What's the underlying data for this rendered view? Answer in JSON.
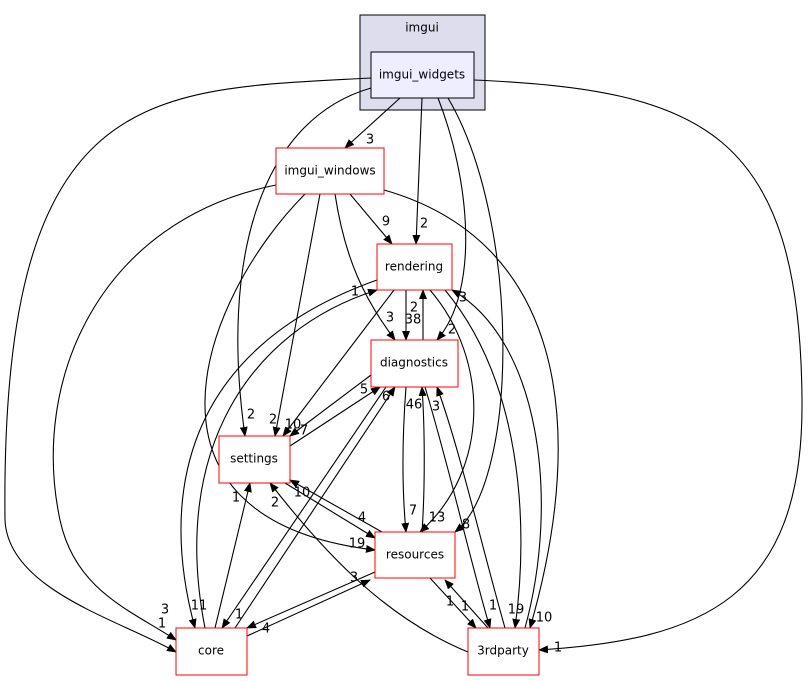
{
  "graph": {
    "cluster": {
      "label": "imgui",
      "fill": "#ddddee",
      "stroke": "#000000"
    },
    "nodes": {
      "imgui_widgets": "imgui_widgets",
      "imgui_windows": "imgui_windows",
      "rendering": "rendering",
      "diagnostics": "diagnostics",
      "settings": "settings",
      "resources": "resources",
      "core": "core",
      "thirdparty": "3rdparty"
    },
    "edges": {
      "widgets_windows": "3",
      "widgets_rendering": "2",
      "widgets_diagnostics": "2",
      "widgets_settings": "2",
      "widgets_resources": "8",
      "widgets_core": "1",
      "widgets_3rdparty": "1",
      "windows_rendering": "9",
      "windows_diagnostics": "3",
      "windows_settings": "2",
      "windows_resources": "19",
      "windows_core": "3",
      "windows_3rdparty": "10",
      "rendering_diagnostics": "38",
      "diagnostics_rendering": "2",
      "rendering_settings": "10",
      "rendering_resources": "13",
      "rendering_core": "11",
      "rendering_3rdparty": "19",
      "diagnostics_settings": "7",
      "settings_diagnostics": "5",
      "diagnostics_resources": "7",
      "resources_diagnostics": "46",
      "diagnostics_3rdparty": "1",
      "thirdparty_diagnostics": "3",
      "core_diagnostics": "6",
      "diagnostics_core": "1",
      "settings_resources": "4",
      "resources_settings": "10",
      "core_settings": "1",
      "thirdparty_settings": "2",
      "resources_core": "4",
      "core_resources": "3",
      "resources_3rdparty": "1",
      "thirdparty_resources": "1",
      "core_rendering": "1",
      "thirdparty_rendering": "3"
    },
    "colors": {
      "node_border": "#ff0000",
      "widget_fill": "#eeeeff",
      "edge": "#000000"
    }
  }
}
